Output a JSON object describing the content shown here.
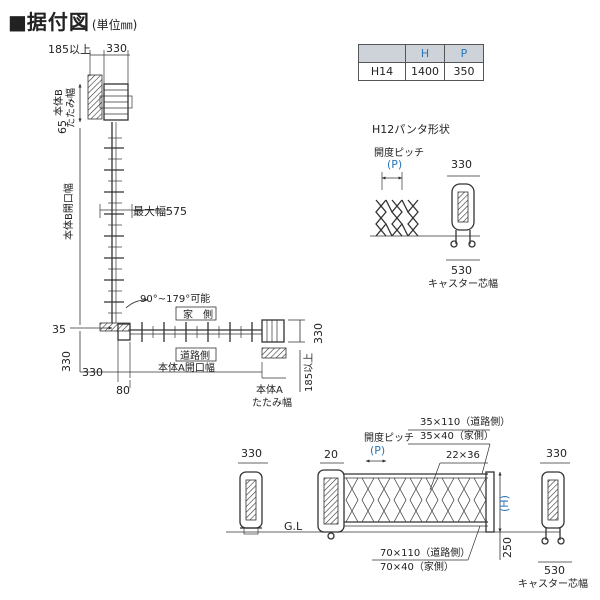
{
  "header": {
    "marker": "■",
    "title": "据付図",
    "unit": "(単位㎜)"
  },
  "spec_table": {
    "columns": [
      "",
      "H",
      "P"
    ],
    "rows": [
      {
        "model": "H14",
        "H": "1400",
        "P": "350"
      }
    ]
  },
  "plan_view": {
    "top_offset": "185以上",
    "top_width": "330",
    "body_b_fold_label": "本体B",
    "body_b_fold_label2": "たたみ幅",
    "fold_b_value": "65",
    "body_b_opening": "本体B開口幅",
    "max_width": "最大幅575",
    "angle": "90°~179°可能",
    "house_side": "家　側",
    "road_side": "道路側",
    "corner_35": "35",
    "corner_330_left": "330",
    "bottom_330": "330",
    "bottom_80": "80",
    "body_a_opening": "本体A開口幅",
    "right_330": "330",
    "right_185": "185以上",
    "body_a_fold_label": "本体A",
    "body_a_fold_label2": "たたみ幅"
  },
  "pantograph_detail": {
    "title": "H12パンタ形状",
    "pitch_label": "開度ピッチ",
    "pitch_symbol": "(P)",
    "width_330": "330",
    "width_530": "530",
    "caster_label": "キャスター芯幅"
  },
  "elevation": {
    "left_330": "330",
    "gl": "G.L",
    "width_20": "20",
    "pitch_label": "開度ピッチ",
    "pitch_symbol": "(P)",
    "top_member_road": "35×110（道路側）",
    "top_member_house": "35×40（家側）",
    "lattice": "22×36",
    "height_symbol": "(H)",
    "height_250": "250",
    "bottom_member_road": "70×110（道路側）",
    "bottom_member_house": "70×40（家側）",
    "right_330": "330",
    "right_530": "530",
    "caster_label": "キャスター芯幅"
  },
  "colors": {
    "accent_blue": "#2a76b8",
    "line": "#333333",
    "table_header": "#cdd3d9"
  }
}
